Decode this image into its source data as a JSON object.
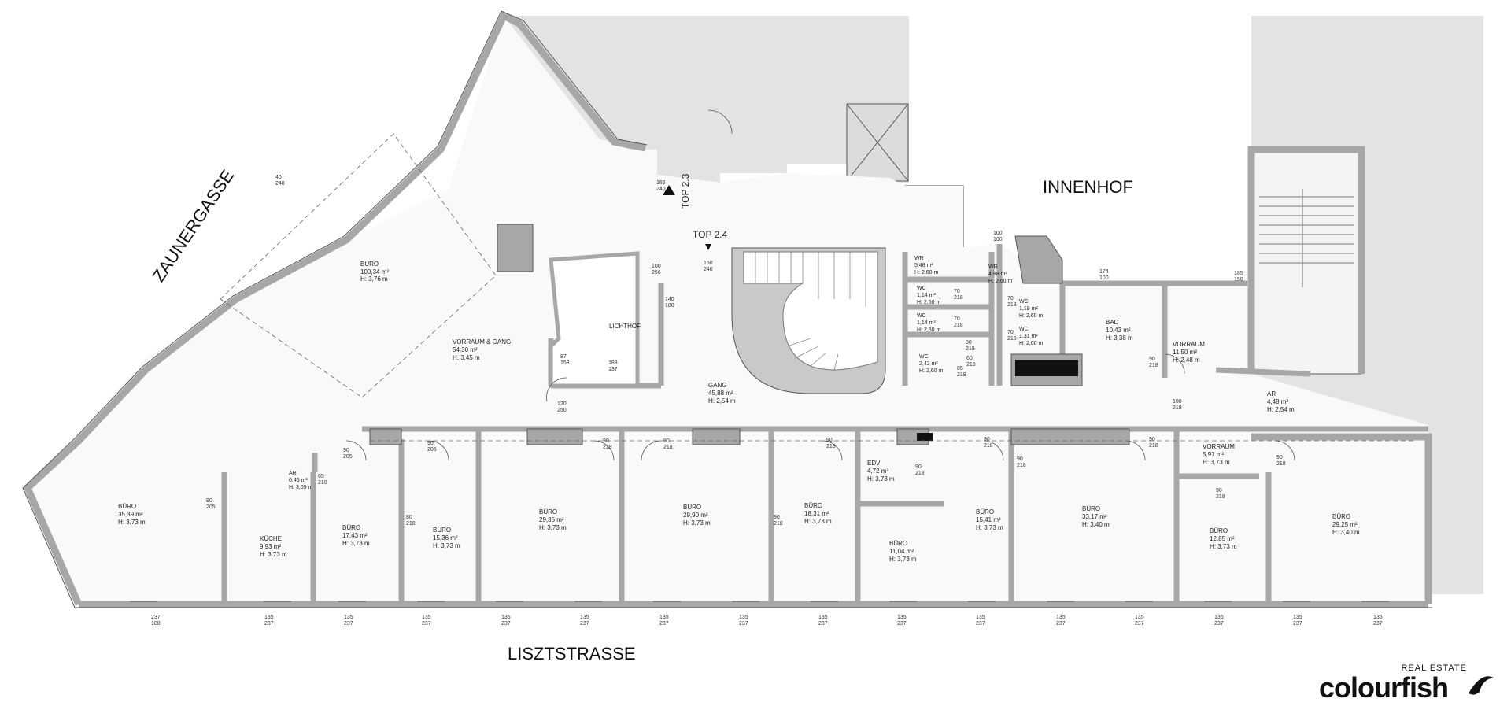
{
  "streets": {
    "zaunergasse": "ZAUNERGASSE",
    "innenhof": "INNENHOF",
    "lisztstrasse": "LISZTSTRASSE"
  },
  "units": {
    "top23": "TOP 2.3",
    "top24": "TOP 2.4"
  },
  "rooms": [
    {
      "key": "buero_big",
      "name": "BÜRO",
      "area": "100,34 m²",
      "height": "H: 3,76 m"
    },
    {
      "key": "vorraum_gang",
      "name": "VORRAUM & GANG",
      "area": "54,30 m²",
      "height": "H: 3,45 m"
    },
    {
      "key": "lichthof",
      "name": "LICHTHOF",
      "area": "",
      "height": ""
    },
    {
      "key": "gang",
      "name": "GANG",
      "area": "45,88 m²",
      "height": "H: 2,54 m"
    },
    {
      "key": "wr1",
      "name": "WR",
      "area": "5,48 m²",
      "height": "H: 2,60 m"
    },
    {
      "key": "wr2",
      "name": "WR",
      "area": "4,88 m²",
      "height": "H: 2,60 m"
    },
    {
      "key": "wc1",
      "name": "WC",
      "area": "1,14 m²",
      "height": "H: 2,60 m"
    },
    {
      "key": "wc2",
      "name": "WC",
      "area": "1,14 m²",
      "height": "H: 2,60 m"
    },
    {
      "key": "wc3",
      "name": "WC",
      "area": "2,42 m²",
      "height": "H: 2,60 m"
    },
    {
      "key": "wc4",
      "name": "WC",
      "area": "1,19 m²",
      "height": "H: 2,60 m"
    },
    {
      "key": "wc5",
      "name": "WC",
      "area": "1,31 m²",
      "height": "H: 2,60 m"
    },
    {
      "key": "bad",
      "name": "BAD",
      "area": "10,43 m²",
      "height": "H: 3,38 m"
    },
    {
      "key": "vorraum1",
      "name": "VORRAUM",
      "area": "11,50 m²",
      "height": "H: 2,48 m"
    },
    {
      "key": "ar1",
      "name": "AR",
      "area": "4,48 m²",
      "height": "H: 2,54 m"
    },
    {
      "key": "buero_corner",
      "name": "BÜRO",
      "area": "35,39 m²",
      "height": "H: 3,73 m"
    },
    {
      "key": "ar2",
      "name": "AR",
      "area": "0,45 m²",
      "height": "H: 3,05 m"
    },
    {
      "key": "kueche",
      "name": "KÜCHE",
      "area": "9,93 m²",
      "height": "H: 3,73 m"
    },
    {
      "key": "b1743",
      "name": "BÜRO",
      "area": "17,43 m²",
      "height": "H: 3,73 m"
    },
    {
      "key": "b1536",
      "name": "BÜRO",
      "area": "15,36 m²",
      "height": "H: 3,73 m"
    },
    {
      "key": "b2935",
      "name": "BÜRO",
      "area": "29,35 m²",
      "height": "H: 3,73 m"
    },
    {
      "key": "b2990",
      "name": "BÜRO",
      "area": "29,90 m²",
      "height": "H: 3,73 m"
    },
    {
      "key": "b1831",
      "name": "BÜRO",
      "area": "18,31 m²",
      "height": "H: 3,73 m"
    },
    {
      "key": "edv",
      "name": "EDV",
      "area": "4,72 m²",
      "height": "H: 3,73 m"
    },
    {
      "key": "b1104",
      "name": "BÜRO",
      "area": "11,04 m²",
      "height": "H: 3,73 m"
    },
    {
      "key": "b1541",
      "name": "BÜRO",
      "area": "15,41 m²",
      "height": "H: 3,73 m"
    },
    {
      "key": "b3317",
      "name": "BÜRO",
      "area": "33,17 m²",
      "height": "H: 3,40 m"
    },
    {
      "key": "vorraum2",
      "name": "VORRAUM",
      "area": "5,97 m²",
      "height": "H: 3,73 m"
    },
    {
      "key": "b1285",
      "name": "BÜRO",
      "area": "12,85 m²",
      "height": "H: 3,73 m"
    },
    {
      "key": "b2925",
      "name": "BÜRO",
      "area": "29,25 m²",
      "height": "H: 3,40 m"
    }
  ],
  "dims": {
    "d1": "90\n205",
    "d2": "90\n218",
    "d3": "80\n218",
    "d4": "100\n218",
    "d5": "135\n237",
    "d6": "165\n240",
    "d7": "150\n240",
    "d8": "70\n218",
    "d9": "174\n100",
    "d10": "185\n150",
    "d11": "65\n210",
    "d12": "120\n250",
    "d13": "140\n180",
    "d14": "87\n158",
    "d15": "188\n137",
    "d16": "100\n256",
    "d17": "60\n218",
    "d18": "85\n218",
    "d19": "80\n219",
    "d20": "100\n100",
    "d21": "40\n240",
    "d22": "237\n180"
  },
  "logo": {
    "small": "REAL ESTATE",
    "main": "colourfish"
  },
  "colors": {
    "wall": "#a7a7a7",
    "wall_stroke": "#555555",
    "shaded": "#e3e3e3",
    "background": "#ffffff"
  }
}
